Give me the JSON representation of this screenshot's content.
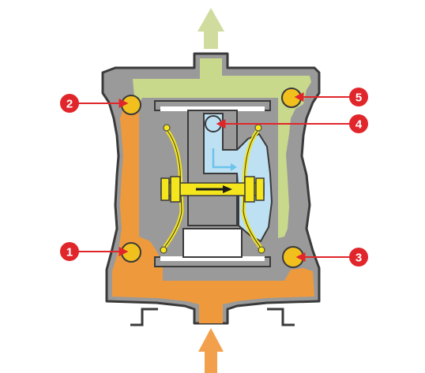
{
  "callouts": [
    {
      "label": "1",
      "target": "bottom-left-ball-check-valve"
    },
    {
      "label": "2",
      "target": "top-left-ball-check-valve"
    },
    {
      "label": "3",
      "target": "bottom-right-ball-check-valve"
    },
    {
      "label": "4",
      "target": "air-chamber"
    },
    {
      "label": "5",
      "target": "top-right-ball-check-valve"
    }
  ],
  "colors": {
    "discharge_fluid": "#c9d98c",
    "suction_fluid": "#ee9a3c",
    "housing": "#9a9a9a",
    "housing_outline": "#3a3a3a",
    "diaphragm_shaft": "#f4e51c",
    "air": "#bde0f2",
    "air_arrow": "#6cc3ec",
    "ball_valve": "#f2c01c",
    "callout": "#e0262b",
    "discharge_arrow": "#cfdc9e",
    "suction_arrow": "#f3a04c"
  },
  "icons": {
    "discharge_arrow": "arrow-up-icon",
    "suction_arrow": "arrow-up-icon",
    "shaft_arrow": "arrow-right-icon"
  }
}
